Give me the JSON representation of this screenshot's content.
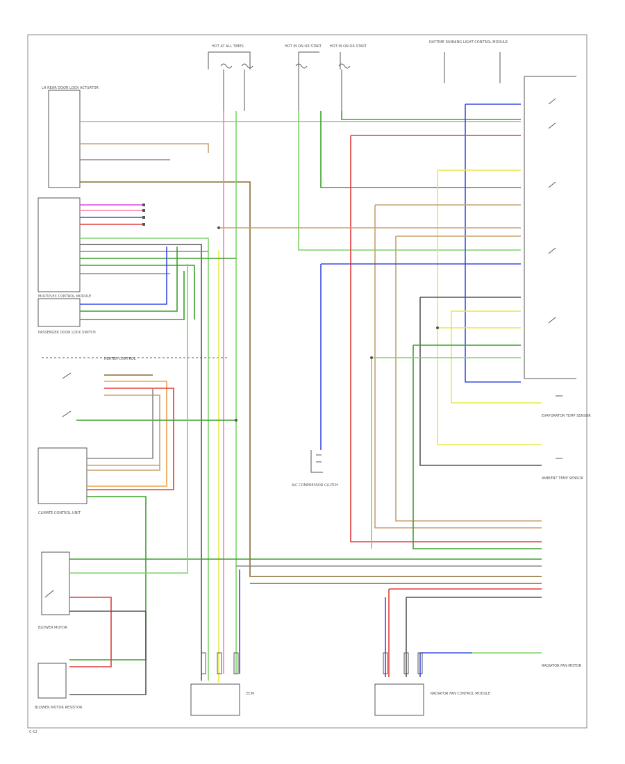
{
  "labels": {
    "top_left_fuse": "HOT AT ALL TIMES",
    "top_mid_fuse": "HOT IN ON OR START",
    "top_right_fuse": "HOT IN ON OR START",
    "relay_box_top": "DAYTIME RUNNING LIGHT CONTROL MODULE",
    "left_switch": "LH REAR DOOR LOCK ACTUATOR",
    "left_module": "MULTIPLEX CONTROL MODULE",
    "passenger_switch": "PASSENGER DOOR LOCK SWITCH",
    "heated_switch": "HEATER CONTROL",
    "climate_panel": "CLIMATE CONTROL UNIT",
    "blower_motor": "BLOWER MOTOR",
    "resistor": "BLOWER MOTOR RESISTOR",
    "compressor": "A/C COMPRESSOR CLUTCH",
    "right_sensor": "EVAPORATOR TEMP SENSOR",
    "right_sensor2": "AMBIENT TEMP SENSOR",
    "bottom_left_box": "ECM",
    "bottom_right_box": "RADIATOR FAN CONTROL MODULE",
    "radiator_fan": "RADIATOR FAN MOTOR",
    "footer": "C-12"
  },
  "colors": {
    "green": "#3aa02a",
    "lightgreen": "#7fd36a",
    "red": "#e33b3b",
    "pink": "#ff7fa0",
    "magenta": "#e040e0",
    "blue": "#3b4be3",
    "yellow": "#e8e84a",
    "orange": "#f0a040",
    "brown": "#8a6a30",
    "tan": "#c8a070",
    "gray": "#8a8a8a",
    "black": "#333333",
    "lightblue": "#7aa8e8"
  }
}
